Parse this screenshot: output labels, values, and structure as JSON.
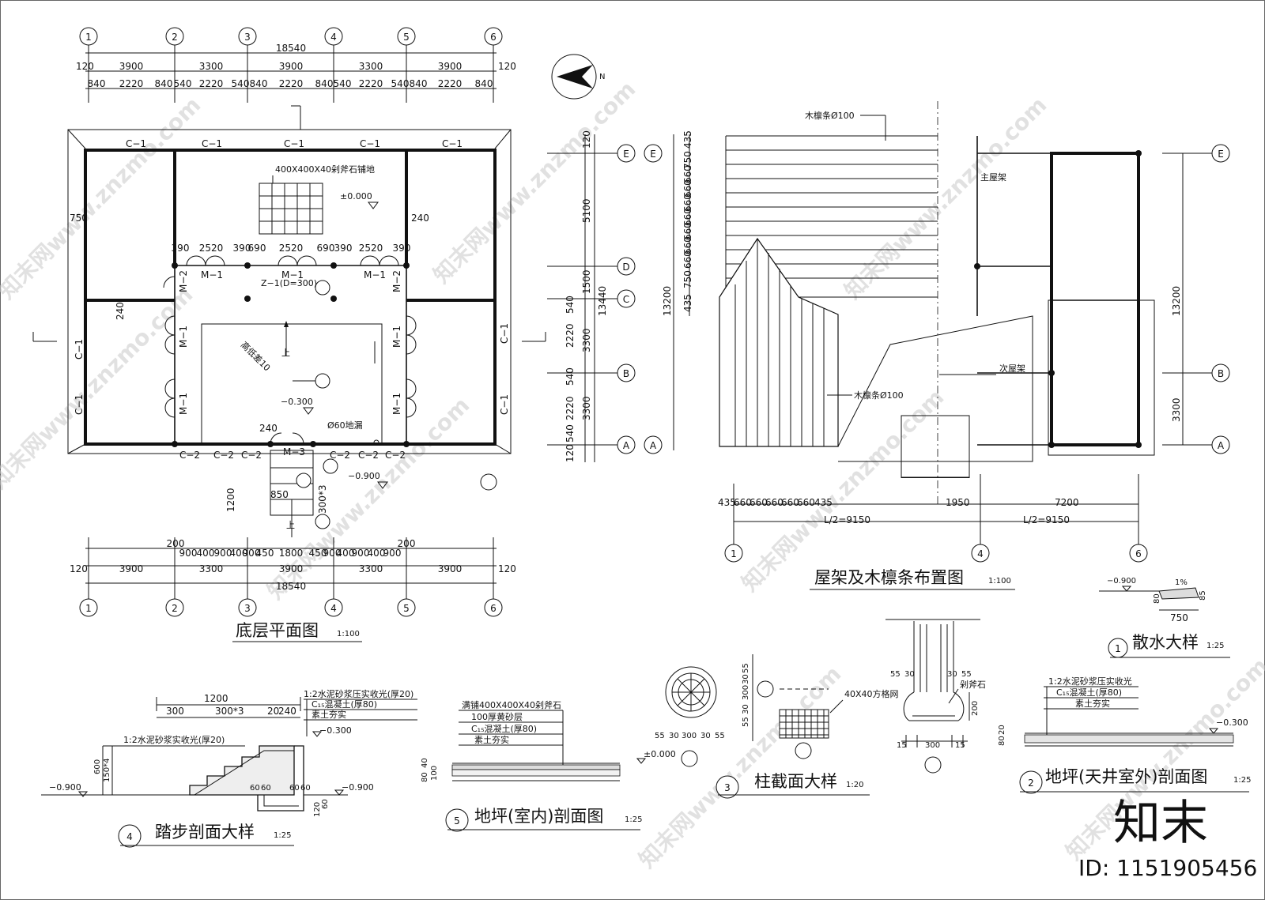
{
  "plan": {
    "title": "底层平面图",
    "scale": "1:100",
    "axes": [
      "1",
      "2",
      "3",
      "4",
      "5",
      "6"
    ],
    "total": "18540",
    "top_dims": [
      "120",
      "3900",
      "3300",
      "3900",
      "3300",
      "3900",
      "120"
    ],
    "sub_dims": [
      "840",
      "2220",
      "840",
      "540",
      "2220",
      "540",
      "840",
      "2220",
      "840",
      "540",
      "2220",
      "540",
      "840",
      "2220",
      "840"
    ],
    "bottom_dims": [
      "120",
      "3900",
      "3300",
      "3900",
      "3300",
      "3900",
      "120"
    ],
    "bottom_sub": [
      "200",
      "900",
      "400",
      "900",
      "400",
      "900",
      "450",
      "1800",
      "450",
      "900",
      "400",
      "900",
      "400",
      "900",
      "200"
    ],
    "windows_c1": "C−1",
    "windows_c2": "C−2",
    "doors_m1": "M−1",
    "doors_m2": "M−2",
    "doors_m3": "M−3",
    "paving": "400X400X40剁斧石铺地",
    "level_0": "±0.000",
    "level_1": "−0.300",
    "level_2": "−0.900",
    "column": "Z−1(D=300)",
    "drain": "Ø60地漏",
    "slope": "高低差10",
    "up": "上",
    "inner_dims": [
      "390",
      "2520",
      "390",
      "690",
      "2520",
      "690",
      "390",
      "2520",
      "390"
    ],
    "misc_dims": [
      "750",
      "240",
      "240",
      "240",
      "850",
      "1200",
      "300*3"
    ]
  },
  "roof": {
    "title": "屋架及木檩条布置图",
    "scale": "1:100",
    "purlin": "木檩条Ø100",
    "main_truss": "主屋架",
    "sec_truss": "次屋架",
    "rows": [
      "E",
      "D",
      "C",
      "B",
      "A"
    ],
    "left_dims": [
      "120",
      "5100",
      "1500",
      "540",
      "2220",
      "540",
      "2220",
      "540",
      "120"
    ],
    "left_total": "13440",
    "height": "13200",
    "right_dim": "3300",
    "spacing": [
      "435",
      "750",
      "660",
      "660",
      "660",
      "660",
      "660",
      "660",
      "660",
      "750",
      "435"
    ],
    "bot_left": "L/2=9150",
    "bot_right": "L/2=9150",
    "bot_parts": [
      "1950",
      "7200"
    ],
    "bot_axes": [
      "1",
      "4",
      "6"
    ]
  },
  "apron": {
    "title": "散水大样",
    "scale": "1:25",
    "num": "1",
    "level": "−0.900",
    "slope": "1%",
    "width": "750",
    "t1": "80",
    "t2": "85"
  },
  "floor_out": {
    "title": "地坪(天井室外)剖面图",
    "scale": "1:25",
    "num": "2",
    "layers": [
      "1:2水泥砂浆压实收光",
      "C₁₅混凝土(厚80)",
      "素土夯实"
    ],
    "level": "−0.300",
    "t": [
      "80",
      "20"
    ]
  },
  "column_detail": {
    "title": "柱截面大样",
    "scale": "1:20",
    "num": "3",
    "mesh": "40X40方格网",
    "stone": "剁斧石",
    "dims_top": [
      "55",
      "30",
      "30",
      "55"
    ],
    "dims_side": [
      "55",
      "30",
      "300",
      "30",
      "55"
    ],
    "dims_bot": [
      "15",
      "300",
      "15"
    ],
    "dim_h": "200",
    "plan_dims": [
      "55",
      "30",
      "300",
      "30",
      "55"
    ]
  },
  "step_detail": {
    "title": "踏步剖面大样",
    "scale": "1:25",
    "num": "4",
    "top_dims": [
      "1200",
      "300",
      "300*3",
      "20",
      "240"
    ],
    "layers": [
      "1:2水泥砂浆压实收光(厚20)",
      "C₁₅混凝土(厚80)",
      "素土夯实"
    ],
    "slab": "1:2水泥砂浆实收光(厚20)",
    "levels": [
      "−0.300",
      "−0.900",
      "−0.900"
    ],
    "side": [
      "600",
      "150*4"
    ],
    "base": [
      "60",
      "60",
      "60",
      "60"
    ],
    "base_h": [
      "120",
      "60"
    ]
  },
  "floor_in": {
    "title": "地坪(室内)剖面图",
    "scale": "1:25",
    "num": "5",
    "layers": [
      "满铺400X400X40剁斧石",
      "100厚黄砂层",
      "C₁₅混凝土(厚80)",
      "素土夯实"
    ],
    "level": "±0.000",
    "t": [
      "80",
      "40",
      "100"
    ]
  },
  "north": "N",
  "watermark": "知末网www.znzmo.com",
  "brand": "知末",
  "id_label": "ID: 1151905456"
}
